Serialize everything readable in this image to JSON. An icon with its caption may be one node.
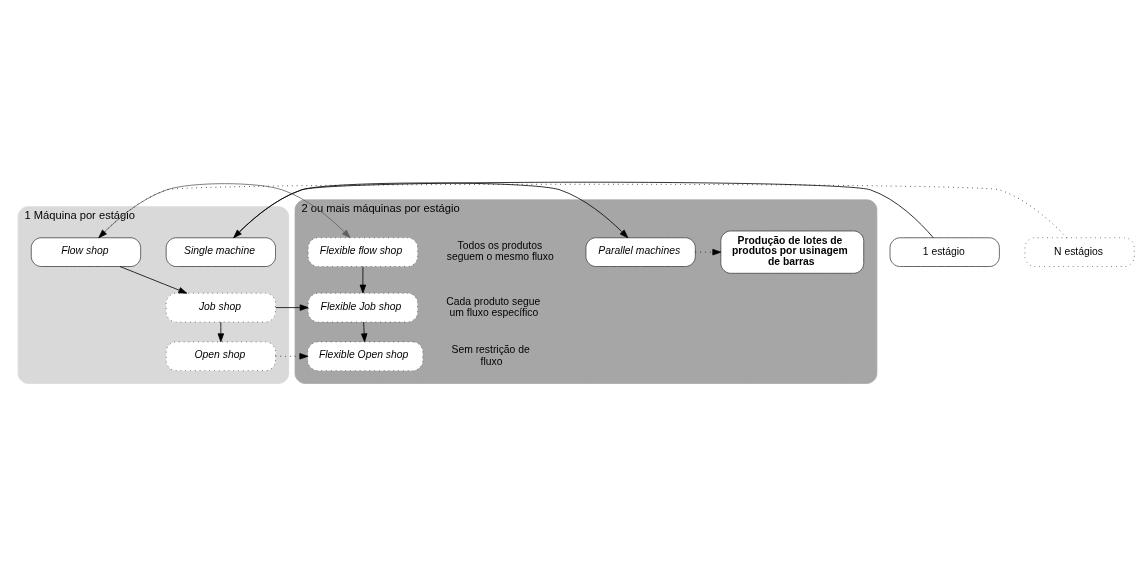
{
  "diagram": {
    "nodes": [
      {
        "text": [
          "1 Máquina por estágio"
        ]
      },
      {
        "text": [
          "2 ou mais máquinas por estágio"
        ]
      },
      {
        "text": [
          "1 estágio"
        ]
      },
      {
        "text": [
          "Single machine"
        ],
        "in": 0
      },
      {
        "text": [
          "Parallel machines"
        ],
        "in": 1
      },
      {
        "text": [
          "Produção de lotes de produtos por usinagem de barras"
        ],
        "in": 1
      },
      {
        "text": [
          "N estágios"
        ]
      },
      {
        "text": [
          "Flow shop"
        ],
        "in": 0
      },
      {
        "text": [
          "Flexible flow shop"
        ],
        "in": 1,
        "beside": [
          "Todos os produtos seguem o mesmo fluxo"
        ]
      },
      {
        "text": [
          "Job shop"
        ],
        "in": 0
      },
      {
        "text": [
          "Flexible Job shop"
        ],
        "in": 1,
        "beside": [
          "Cada produto segue um fluxo específico"
        ]
      },
      {
        "text": [
          "Open shop"
        ],
        "in": 0
      },
      {
        "text": [
          "Flexible Open shop"
        ],
        "in": 1,
        "beside": [
          "Sem restrição de fluxo"
        ]
      }
    ],
    "edges": [
      {
        "from": 2,
        "to": 3,
        "arrow": "to"
      },
      {
        "from": 3,
        "to": 4,
        "arrow": "to"
      },
      {
        "from": 4,
        "to": 5,
        "arrow": "to",
        "style": "dashed"
      },
      {
        "from": 6,
        "to": 7,
        "arrow": "to",
        "style": "dashed"
      },
      {
        "from": 7,
        "to": 8,
        "arrow": "to",
        "color": "#606060"
      },
      {
        "from": 7,
        "to": 9,
        "arrow": "to"
      },
      {
        "from": 9,
        "to": 10,
        "arrow": "to"
      },
      {
        "from": 9,
        "to": 11,
        "arrow": "to"
      },
      {
        "from": 8,
        "to": 10,
        "arrow": "to"
      },
      {
        "from": 11,
        "to": 12,
        "arrow": "to",
        "style": "dashed"
      },
      {
        "from": 10,
        "to": 12,
        "arrow": "to"
      }
    ]
  }
}
